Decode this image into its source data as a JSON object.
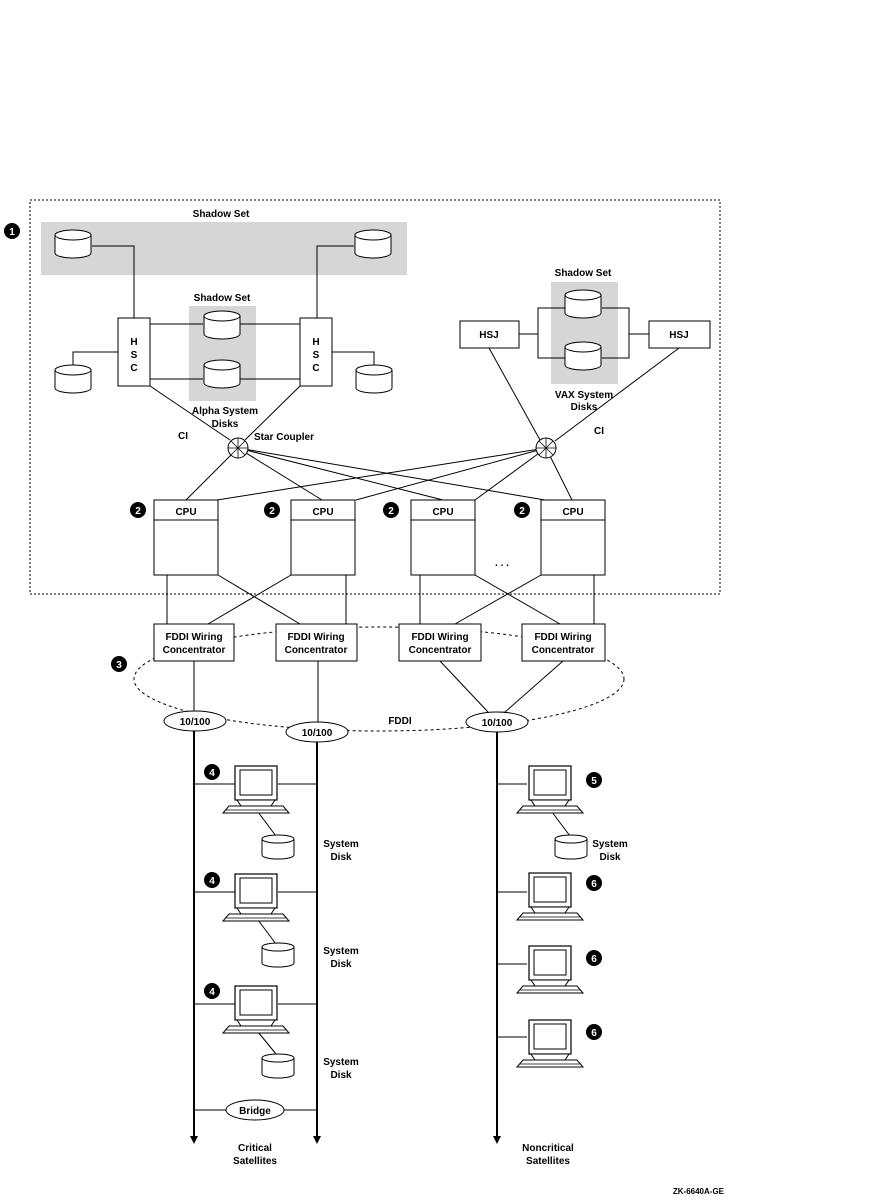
{
  "labels": {
    "shadow_set_top": "Shadow Set",
    "shadow_set_mid": "Shadow Set",
    "shadow_set_right": "Shadow Set",
    "hsc": "H S C",
    "hsj": "HSJ",
    "alpha_system_disks_1": "Alpha System",
    "alpha_system_disks_2": "Disks",
    "vax_system_disks_1": "VAX System",
    "vax_system_disks_2": "Disks",
    "ci": "CI",
    "star_coupler": "Star Coupler",
    "cpu": "CPU",
    "ellipsis": ". . .",
    "fddi_concentrator_1": "FDDI Wiring",
    "fddi_concentrator_2": "Concentrator",
    "hub": "10/100",
    "fddi": "FDDI",
    "system_disk_1": "System",
    "system_disk_2": "Disk",
    "bridge": "Bridge",
    "critical_1": "Critical",
    "critical_2": "Satellites",
    "noncritical_1": "Noncritical",
    "noncritical_2": "Satellites",
    "figure_id": "ZK-6640A-GE"
  },
  "callouts": [
    "1",
    "2",
    "3",
    "4",
    "5",
    "6"
  ]
}
